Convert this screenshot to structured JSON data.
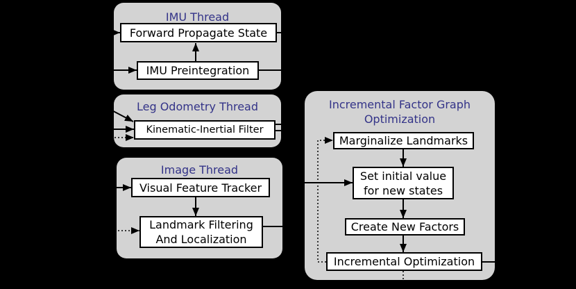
{
  "colors": {
    "background": "#000000",
    "panel": "#d3d3d3",
    "node_bg": "#ffffff",
    "node_border": "#000000",
    "title_text": "#333388",
    "node_text": "#000000",
    "arrow": "#000000"
  },
  "panels": {
    "imu": {
      "title": "IMU Thread"
    },
    "leg": {
      "title": "Leg Odometry Thread"
    },
    "image": {
      "title": "Image Thread"
    },
    "ifgo": {
      "title_line1": "Incremental Factor Graph",
      "title_line2": "Optimization"
    }
  },
  "nodes": {
    "forward_propagate_state": "Forward Propagate State",
    "imu_preintegration": "IMU Preintegration",
    "kinematic_inertial_filter": "Kinematic-Inertial Filter",
    "visual_feature_tracker": "Visual Feature Tracker",
    "landmark_filtering_line1": "Landmark Filtering",
    "landmark_filtering_line2": "And Localization",
    "marginalize_landmarks": "Marginalize Landmarks",
    "set_initial_value_line1": "Set initial value",
    "set_initial_value_line2": "for new states",
    "create_new_factors": "Create New Factors",
    "incremental_optimization": "Incremental Optimization"
  }
}
